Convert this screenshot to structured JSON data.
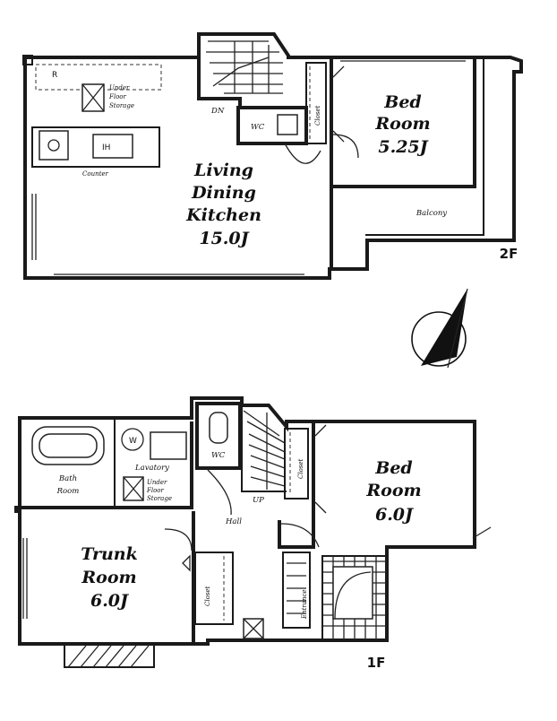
{
  "floor2": {
    "floor_label": "2F",
    "ldk": {
      "line1": "Living",
      "line2": "Dining",
      "line3": "Kitchen",
      "size": "15.0J"
    },
    "bedroom": {
      "line1": "Bed",
      "line2": "Room",
      "size": "5.25J"
    },
    "balcony": "Balcony",
    "refrigerator": "R",
    "under_floor_storage": {
      "line1": "Under",
      "line2": "Floor",
      "line3": "Storage"
    },
    "kitchen_counter": "Counter",
    "ih": "IH",
    "down": "DN",
    "wc": "WC",
    "closet": "Closet"
  },
  "floor1": {
    "floor_label": "1F",
    "bedroom": {
      "line1": "Bed",
      "line2": "Room",
      "size": "6.0J"
    },
    "trunk_room": {
      "line1": "Trunk",
      "line2": "Room",
      "size": "6.0J"
    },
    "bath": {
      "line1": "Bath",
      "line2": "Room"
    },
    "lavatory": "Lavatory",
    "under_floor_storage": {
      "line1": "Under",
      "line2": "Floor",
      "line3": "Storage"
    },
    "washer": "W",
    "wc": "WC",
    "up": "UP",
    "hall": "Hall",
    "closet": "Closet",
    "entrance": "Entrance",
    "closet_right": "Closet"
  }
}
